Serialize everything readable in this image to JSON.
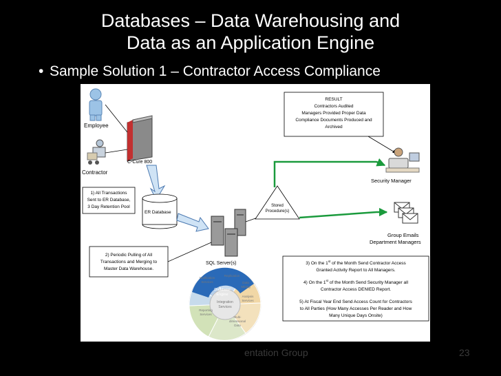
{
  "slide": {
    "title_line1": "Databases –  Data Warehousing and",
    "title_line2": "Data as an Application Engine",
    "bullet": "Sample Solution 1 – Contractor Access Compliance",
    "footer_left": "entation Group",
    "page_number": "23"
  },
  "diagram": {
    "employee": "Employee",
    "contractor": "Contractor",
    "ccure": "C-Cure 800",
    "note1": [
      "1) All Transactions",
      "Sent to ER Database,",
      "3 Day Retention Pool"
    ],
    "er_database": "ER Database",
    "note2": [
      "2) Periodic Pulling of All",
      "Transactions and Merging to",
      "Master Data Warehouse."
    ],
    "sql_servers": "SQL Server(s)",
    "stored_procedures": [
      "Stored",
      "Procedure(s)"
    ],
    "result": [
      "RESULT",
      "Contractors Audited",
      "Managers Provided Proper Data",
      "Compliance Documents Produced and",
      "Archived"
    ],
    "security_manager": "Security Manager",
    "group_emails": [
      "Group Emails",
      "Department Managers"
    ],
    "steps": {
      "s3a": "3) On the 1",
      "s3sup": "st",
      "s3b": " of the Month Send Contractor Access",
      "s3c": "Granted Activity Report to All Managers.",
      "s4a": "4) On the 1",
      "s4sup": "st",
      "s4b": " of the Month Send Security Manager all",
      "s4c": "Contractor Access DENIED Report.",
      "s5a": "5) At Fiscal Year End Send Access Count for Contractors",
      "s5b": "to All Parties (How Many Accesses Per Reader and How",
      "s5c": "Many Unique Days Onsite)"
    },
    "wheel": {
      "center": [
        "Database",
        "Engine"
      ],
      "integration": [
        "Integration",
        "Services"
      ],
      "analysis": [
        "Analysis",
        "Services"
      ],
      "reporting": [
        "Reporting",
        "Services"
      ],
      "data_mining": [
        "Data",
        "Mining"
      ],
      "multi": [
        "Multi-",
        "dimensional",
        "Data"
      ],
      "notification": [
        "Notification",
        "Services"
      ],
      "replication": "Replication"
    }
  }
}
